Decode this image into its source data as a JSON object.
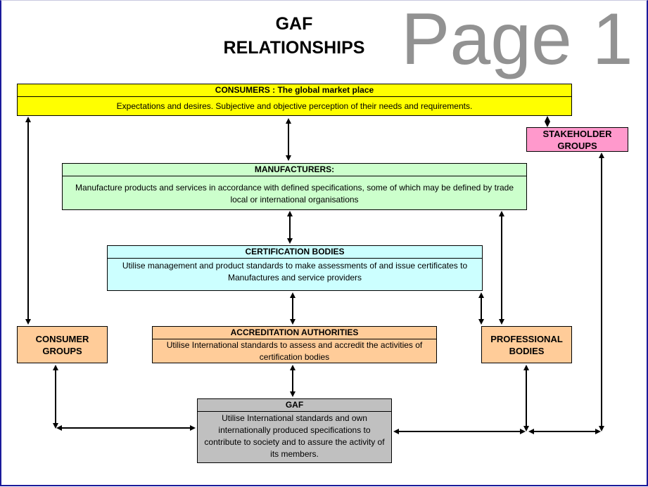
{
  "title": {
    "line1": "GAF",
    "line2": "RELATIONSHIPS"
  },
  "watermark": "Page 1",
  "boxes": {
    "consumers": {
      "header": "CONSUMERS : The global market place",
      "body": "Expectations and desires. Subjective and objective perception of their needs and requirements.",
      "color": "#FFFF00"
    },
    "stakeholder": {
      "label": "STAKEHOLDER GROUPS",
      "color": "#FF99CC"
    },
    "manufacturers": {
      "header": "MANUFACTURERS:",
      "body": "Manufacture products and services in accordance with defined specifications, some of which may be defined by trade local or international organisations",
      "color": "#CCFFCC"
    },
    "certification": {
      "header": "CERTIFICATION BODIES",
      "body": "Utilise management and product standards to make assessments of and issue certificates to Manufactures and service providers",
      "color": "#CCFFFF"
    },
    "consumer_groups": {
      "label": "CONSUMER GROUPS",
      "color": "#FFCC99"
    },
    "accreditation": {
      "header": "ACCREDITATION AUTHORITIES",
      "body": "Utilise International standards to assess and accredit the activities of certification bodies",
      "color": "#FFCC99"
    },
    "professional": {
      "label": "PROFESSIONAL BODIES",
      "color": "#FFCC99"
    },
    "gaf": {
      "header": "GAF",
      "body": "Utilise International standards and own internationally produced specifications to contribute to society and to assure the activity of its members.",
      "color": "#C0C0C0"
    }
  }
}
